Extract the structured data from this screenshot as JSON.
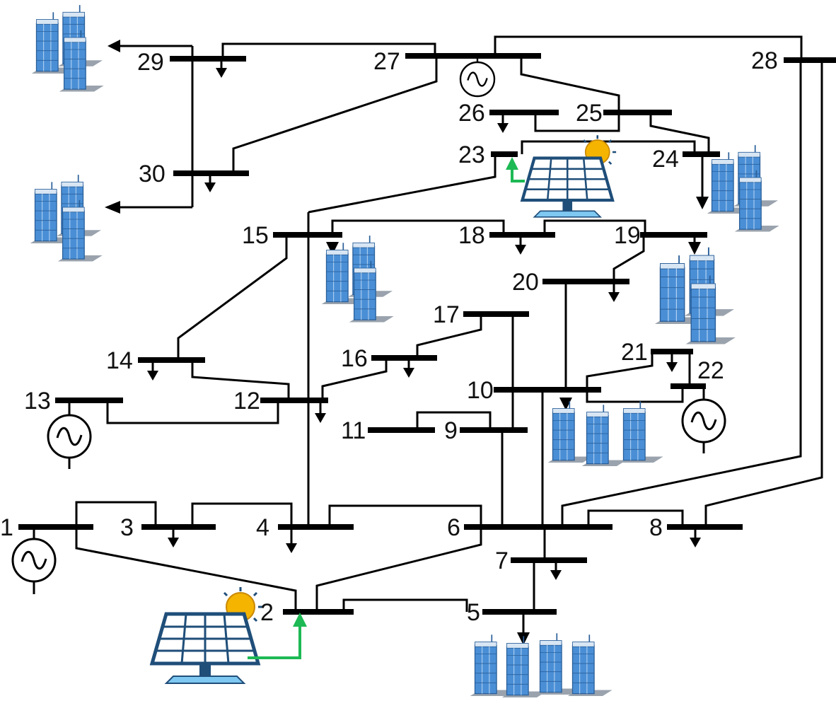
{
  "buses": [
    {
      "id": "bus-1",
      "label": "1"
    },
    {
      "id": "bus-2",
      "label": "2"
    },
    {
      "id": "bus-3",
      "label": "3"
    },
    {
      "id": "bus-4",
      "label": "4"
    },
    {
      "id": "bus-5",
      "label": "5"
    },
    {
      "id": "bus-6",
      "label": "6"
    },
    {
      "id": "bus-7",
      "label": "7"
    },
    {
      "id": "bus-8",
      "label": "8"
    },
    {
      "id": "bus-9",
      "label": "9"
    },
    {
      "id": "bus-10",
      "label": "10"
    },
    {
      "id": "bus-11",
      "label": "11"
    },
    {
      "id": "bus-12",
      "label": "12"
    },
    {
      "id": "bus-13",
      "label": "13"
    },
    {
      "id": "bus-14",
      "label": "14"
    },
    {
      "id": "bus-15",
      "label": "15"
    },
    {
      "id": "bus-16",
      "label": "16"
    },
    {
      "id": "bus-17",
      "label": "17"
    },
    {
      "id": "bus-18",
      "label": "18"
    },
    {
      "id": "bus-19",
      "label": "19"
    },
    {
      "id": "bus-20",
      "label": "20"
    },
    {
      "id": "bus-21",
      "label": "21"
    },
    {
      "id": "bus-22",
      "label": "22"
    },
    {
      "id": "bus-23",
      "label": "23"
    },
    {
      "id": "bus-24",
      "label": "24"
    },
    {
      "id": "bus-25",
      "label": "25"
    },
    {
      "id": "bus-26",
      "label": "26"
    },
    {
      "id": "bus-27",
      "label": "27"
    },
    {
      "id": "bus-28",
      "label": "28"
    },
    {
      "id": "bus-29",
      "label": "29"
    },
    {
      "id": "bus-30",
      "label": "30"
    }
  ],
  "generators_at_buses": [
    "1",
    "13",
    "22",
    "27"
  ],
  "solar_pv_at_buses": [
    "2",
    "23"
  ],
  "building_loads_at_buses": [
    "5",
    "10",
    "15",
    "19",
    "24",
    "29",
    "30"
  ],
  "icons": {
    "generator": "ac-generator-icon",
    "solar": "solar-panel-icon",
    "building": "office-building-icon",
    "load": "load-arrow-icon"
  },
  "colors": {
    "solar_feed": "#1db954",
    "panel_blue": "#1f4e79",
    "sun": "#f4b400",
    "building_blue": "#4a8fd6"
  }
}
